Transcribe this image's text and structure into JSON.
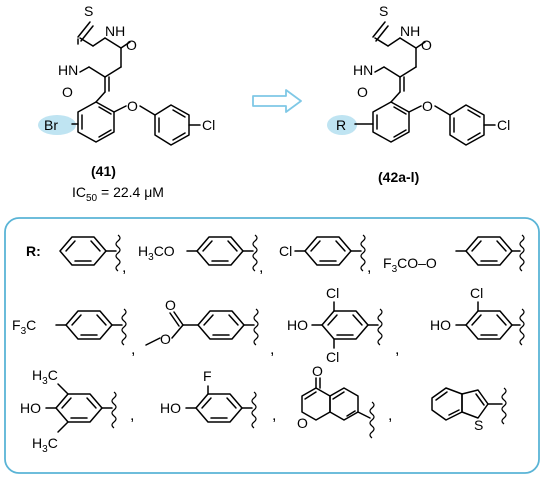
{
  "compounds": {
    "parent": {
      "label": "(41)",
      "ic50_prefix": "IC",
      "ic50_sub": "50",
      "ic50_value": " = 22.4 μM",
      "substituent": "Br"
    },
    "product": {
      "label": "(42a-l)",
      "substituent": "R"
    }
  },
  "atoms": {
    "S": "S",
    "NH": "NH",
    "HN": "HN",
    "H": "H",
    "N": "N",
    "O": "O",
    "Cl": "Cl",
    "C": "C",
    "F": "F",
    "OCH3_prefix": "H",
    "CO": "CO"
  },
  "box": {
    "r_label": "R:",
    "items": [
      "phenyl",
      "4-methoxyphenyl",
      "4-chlorophenyl",
      "4-(trifluoromethoxy)phenyl",
      "4-(trifluoromethyl)phenyl",
      "4-(methoxycarbonyl)phenyl",
      "3,5-dichloro-4-hydroxyphenyl",
      "3-chloro-4-hydroxyphenyl",
      "4-hydroxy-3,5-dimethylphenyl",
      "3-fluoro-4-hydroxyphenyl",
      "chromone-6-yl",
      "benzothiophen-2-yl"
    ],
    "comma": ","
  },
  "colors": {
    "highlight": "#bfe4f2",
    "box_border": "#5ab4d6",
    "arrow": "#7fc8e6",
    "ink": "#000000"
  }
}
